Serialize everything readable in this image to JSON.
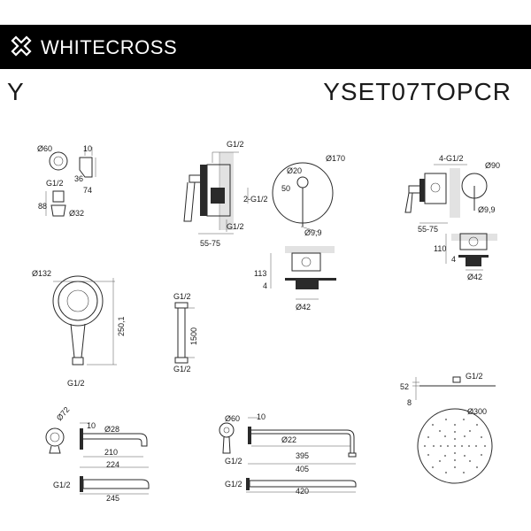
{
  "brand": {
    "name": "WHITECROSS",
    "logo_icon": "whitecross-x-logo-icon"
  },
  "header": {
    "series": "Y",
    "product_code": "YSET07TOPCR"
  },
  "holder": {
    "d_top": "Ø60",
    "w10": "10",
    "h36": "36",
    "w74": "74",
    "thread": "G1/2",
    "h88": "88",
    "d_bottom": "Ø32"
  },
  "mixer": {
    "thread_top": "G1/2",
    "thread_side": "2-G1/2",
    "thread_bottom": "G1/2",
    "depth": "55-75",
    "d_plate": "Ø170",
    "d_handle": "Ø20",
    "h50": "50",
    "d_stem": "Ø9,9",
    "h113": "113",
    "h4": "4",
    "d_box": "Ø42"
  },
  "diverter": {
    "threads": "4-G1/2",
    "d_plate": "Ø90",
    "d_stem": "Ø9,9",
    "depth": "55-75",
    "h110": "110",
    "h4": "4",
    "d_box": "Ø42"
  },
  "handshower": {
    "diameter": "Ø132",
    "length": "250,1",
    "thread": "G1/2"
  },
  "hose": {
    "thread_top": "G1/2",
    "length": "1500",
    "thread_bottom": "G1/2"
  },
  "spout": {
    "d_flange": "Ø72",
    "w10": "10",
    "d_pipe": "Ø28",
    "len210": "210",
    "len224": "224",
    "thread": "G1/2",
    "len245": "245"
  },
  "arm": {
    "d_flange": "Ø60",
    "w10": "10",
    "d_pipe": "Ø22",
    "thread": "G1/2",
    "len395": "395",
    "len405": "405",
    "thread_side": "G1/2",
    "len420": "420"
  },
  "rainhead": {
    "thread": "G1/2",
    "h52": "52",
    "h8": "8",
    "diameter": "Ø300"
  },
  "colors": {
    "banner": "#000000",
    "text": "#1a1a1a",
    "white": "#ffffff"
  }
}
